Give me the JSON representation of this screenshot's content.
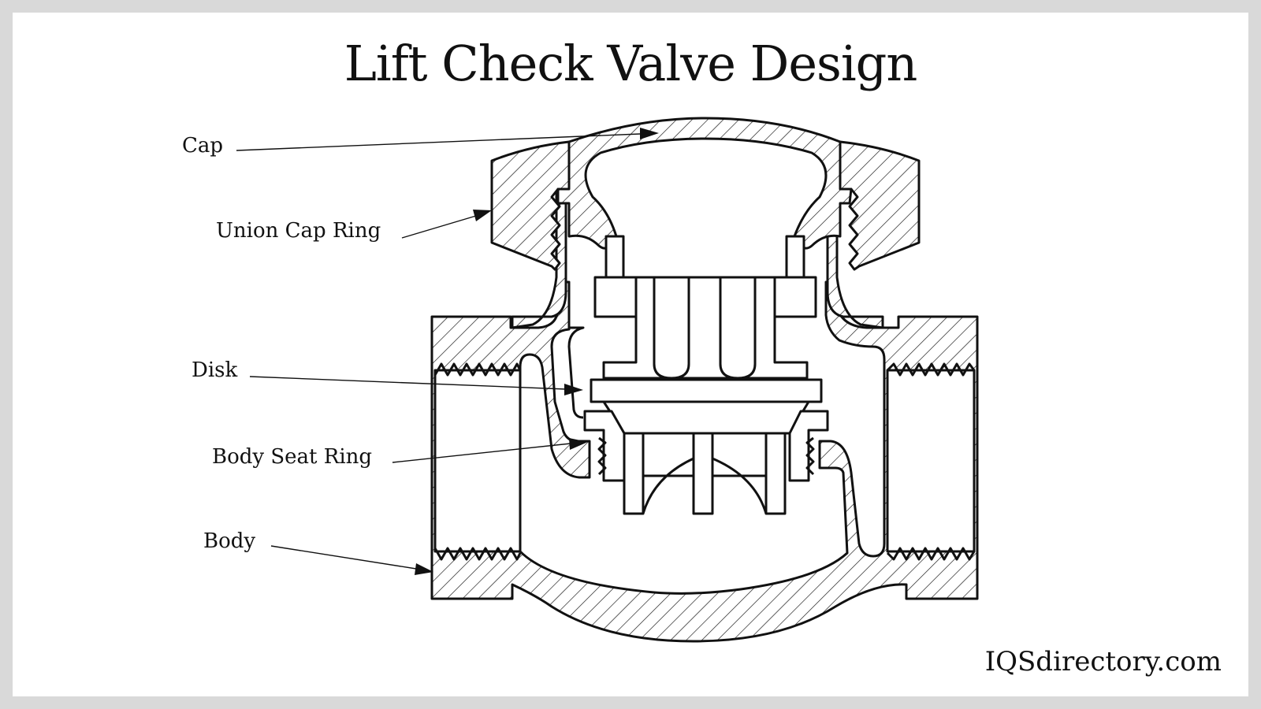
{
  "title": "Lift Check Valve Design",
  "labels": {
    "cap": "Cap",
    "union_cap_ring": "Union Cap Ring",
    "disk": "Disk",
    "body_seat_ring": "Body Seat Ring",
    "body": "Body"
  },
  "brand": "IQSdirectory.com",
  "colors": {
    "background": "#d9d9d9",
    "canvas": "#ffffff",
    "ink": "#111111"
  }
}
